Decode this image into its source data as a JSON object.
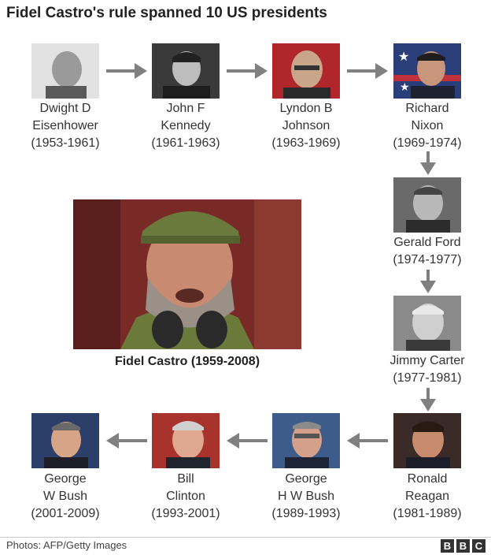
{
  "title": "Fidel Castro's rule spanned 10 US presidents",
  "presidents": [
    {
      "line1": "Dwight D",
      "line2": "Eisenhower",
      "years": "(1953-1961)"
    },
    {
      "line1": "John F",
      "line2": "Kennedy",
      "years": "(1961-1963)"
    },
    {
      "line1": "Lyndon B",
      "line2": "Johnson",
      "years": "(1963-1969)"
    },
    {
      "line1": "Richard",
      "line2": "Nixon",
      "years": "(1969-1974)"
    },
    {
      "line1": "Gerald Ford",
      "years": "(1974-1977)"
    },
    {
      "line1": "Jimmy Carter",
      "years": "(1977-1981)"
    },
    {
      "line1": "Ronald",
      "line2": "Reagan",
      "years": "(1981-1989)"
    },
    {
      "line1": "George",
      "line2": "H W Bush",
      "years": "(1989-1993)"
    },
    {
      "line1": "Bill",
      "line2": "Clinton",
      "years": "(1993-2001)"
    },
    {
      "line1": "George",
      "line2": "W Bush",
      "years": "(2001-2009)"
    }
  ],
  "castro": {
    "label": "Fidel Castro (1959-2008)"
  },
  "footer": {
    "credit": "Photos: AFP/Getty Images",
    "logo": [
      "B",
      "B",
      "C"
    ]
  },
  "colors": {
    "arrow": "#808080",
    "text": "#333333"
  }
}
